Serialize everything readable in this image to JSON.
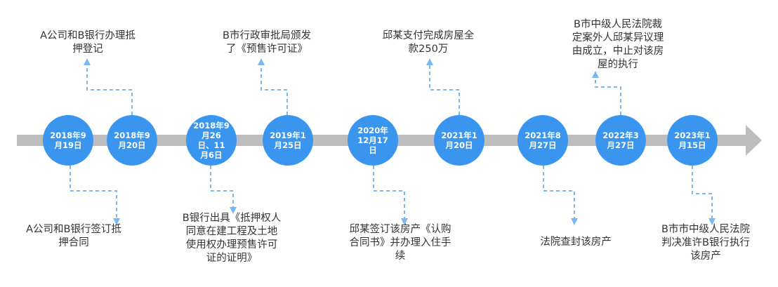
{
  "colors": {
    "axis": "#bdbdbd",
    "node": "#3a95ef",
    "connector": "#7bb8ee",
    "text": "#333333"
  },
  "events": [
    {
      "date": "2018年9\n月19日",
      "label": "A公司和B银行签订抵\n押合同",
      "side": "below"
    },
    {
      "date": "2018年9\n月20日",
      "label": "A公司和B银行办理抵\n押登记",
      "side": "above"
    },
    {
      "date": "2018年9\n月26\n日、11\n月6日",
      "label": "B银行出具《抵押权人\n同意在建工程及土地\n使用权办理预售许可\n证的证明》",
      "side": "below"
    },
    {
      "date": "2019年1\n月25日",
      "label": "B市行政审批局颁发\n了《预售许可证》",
      "side": "above"
    },
    {
      "date": "2020年\n12月17\n日",
      "label": "邱某签订该房产《认购\n合同书》并办理入住手\n续",
      "side": "below"
    },
    {
      "date": "2021年1\n月20日",
      "label": "邱某支付完成房屋全\n款250万",
      "side": "above"
    },
    {
      "date": "2021年8\n月27日",
      "label": "法院查封该房产",
      "side": "below"
    },
    {
      "date": "2022年3\n月27日",
      "label": "B市中级人民法院裁\n定案外人邱某异议理\n由成立，中止对该房\n屋的执行",
      "side": "above"
    },
    {
      "date": "2023年1\n月15日",
      "label": "B市市中级人民法院\n判决准许B银行执行\n该房产",
      "side": "below"
    }
  ]
}
